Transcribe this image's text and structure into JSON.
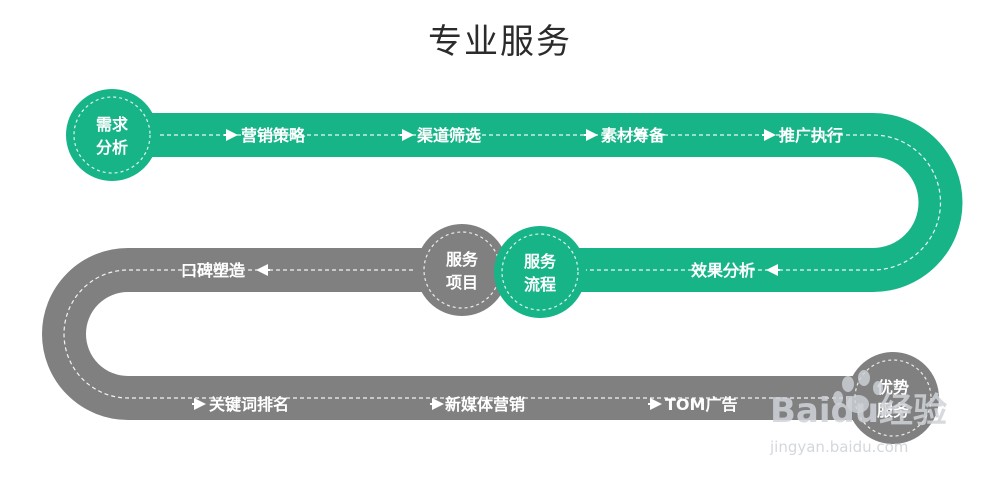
{
  "title": "专业服务",
  "colors": {
    "green": "#17b488",
    "gray": "#808080"
  },
  "nodes": {
    "demand": [
      "需求",
      "分析"
    ],
    "process": [
      "服务",
      "流程"
    ],
    "project": [
      "服务",
      "项目"
    ],
    "advantage": [
      "优势",
      "服务"
    ]
  },
  "steps": {
    "row1": [
      "营销策略",
      "渠道筛选",
      "素材筹备",
      "推广执行"
    ],
    "row2_right": "效果分析",
    "row2_left": "口碑塑造",
    "row3": [
      "关键词排名",
      "新媒体营销",
      "TOM广告"
    ]
  },
  "watermark": {
    "brand": "Baidu经验",
    "url": "jingyan.baidu.com"
  }
}
